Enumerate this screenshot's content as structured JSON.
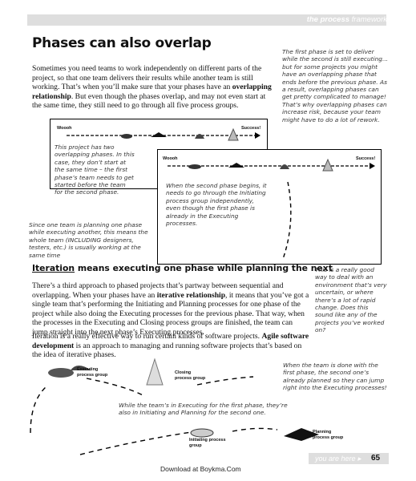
{
  "header": {
    "bold": "the process",
    "rest": "framework"
  },
  "title": "Phases can also overlap",
  "intro_paragraph": {
    "text": "Sometimes you need teams to work independently on different parts of the project, so that one team delivers their results while another team is still working. That’s when you’ll make sure that your phases have an ",
    "bold": "overlapping relationship",
    "after": ". But even though the phases overlap, and may not even start at the same time, they still need to go through all five process groups."
  },
  "annotations": {
    "top_right": "The first phase is set to deliver while the second is still executing... but for some projects you might have an overlapping phase that ends before the previous phase. As a result, overlapping phases can get pretty complicated to manage! That’s why overlapping phases can increase risk, because your team might have to do a lot of rework.",
    "diagram_left": "This project has two overlapping phases. In this case, they don’t start at the same time – the first phase’s team needs to get started before the team for the second phase.",
    "diagram_center": "When the second phase begins, it needs to go through the Initiating process group independently, even though the first phase is already in the Executing processes.",
    "left_side": "Since one team is planning one phase while executing another, this means the whole team (INCLUDING designers, testers, etc.) is usually working at the same time",
    "right_side": "This is a really good way to deal with an environment that’s very uncertain, or where there’s a lot of rapid change. Does this sound like any of the projects you’ve worked on?",
    "bottom_right": "When the team is done with the first phase, the second one’s already planned so they can jump right into the Executing processes!",
    "bottom_center": "While the team’s in Executing for the first phase, they’re also in Initiating and Planning for the second one."
  },
  "section_heading": {
    "underlined": "Iteration",
    "rest": " means executing one phase while planning the next"
  },
  "iteration_paragraph": {
    "p1": "There’s a third approach to phased projects that’s partway between sequential and overlapping. When your phases have an ",
    "p1_bold": "iterative relationship",
    "p1_after": ", it means that you’ve got a single team that’s performing the Initiating and Planning processes for one phase of the project while also doing the Executing processes for the previous phase. That way, when the processes in the Executing and Closing process groups are finished, the team can jump straight into the next phase’s Executing processes.",
    "p2": "Iteration is a really effective way to run certain kinds of software projects. ",
    "p2_bold": "Agile software development",
    "p2_after": " is an approach to managing and running software projects that’s based on the idea of iterative phases."
  },
  "diagram_labels": {
    "start": "Woooh",
    "success": "Success!",
    "executing": "Executing process group",
    "closing": "Closing process group",
    "initiating": "Initiating process group",
    "planning": "Planning process group"
  },
  "footer": {
    "you_are_here": "you are here",
    "page": "65",
    "download": "Download at Boykma.Com"
  }
}
